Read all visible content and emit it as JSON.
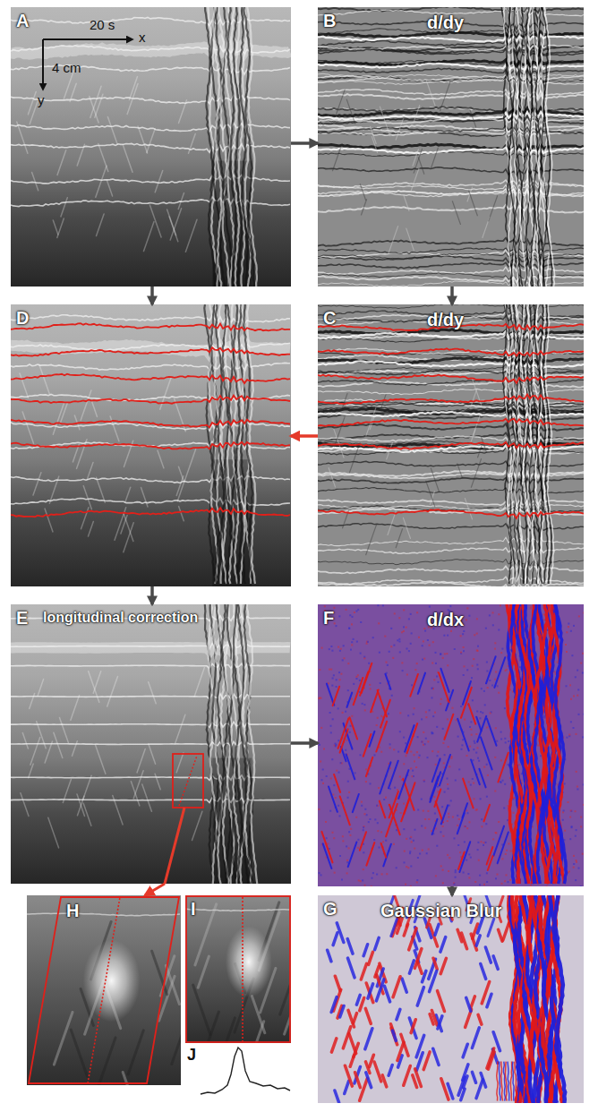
{
  "diagram": {
    "nodes": [
      {
        "text": [
          "A",
          "20 s",
          "x",
          "4 cm",
          "y"
        ]
      },
      {
        "text": [
          "B",
          "d/dy"
        ]
      },
      {
        "text": [
          "D"
        ]
      },
      {
        "text": [
          "C",
          "d/dy"
        ]
      },
      {
        "text": [
          "E",
          "longitudinal correction"
        ]
      },
      {
        "text": [
          "F",
          "d/dx"
        ]
      },
      {
        "text": [
          "H"
        ]
      },
      {
        "text": [
          "I"
        ]
      },
      {
        "text": [
          "G",
          "Gaussian Blur"
        ]
      }
    ],
    "edges": [
      {
        "from": 0,
        "to": 1,
        "arrow": "to"
      },
      {
        "from": 0,
        "to": 2,
        "arrow": "to"
      },
      {
        "from": 1,
        "to": 3,
        "arrow": "to"
      },
      {
        "from": 3,
        "to": 2,
        "arrow": "to"
      },
      {
        "from": 2,
        "to": 4,
        "arrow": "to"
      },
      {
        "from": 4,
        "to": 5,
        "arrow": "to"
      },
      {
        "from": 5,
        "to": 8,
        "arrow": "to"
      },
      {
        "from": 4,
        "to": 6,
        "arrow": "to"
      }
    ],
    "labels": [
      "J"
    ]
  }
}
